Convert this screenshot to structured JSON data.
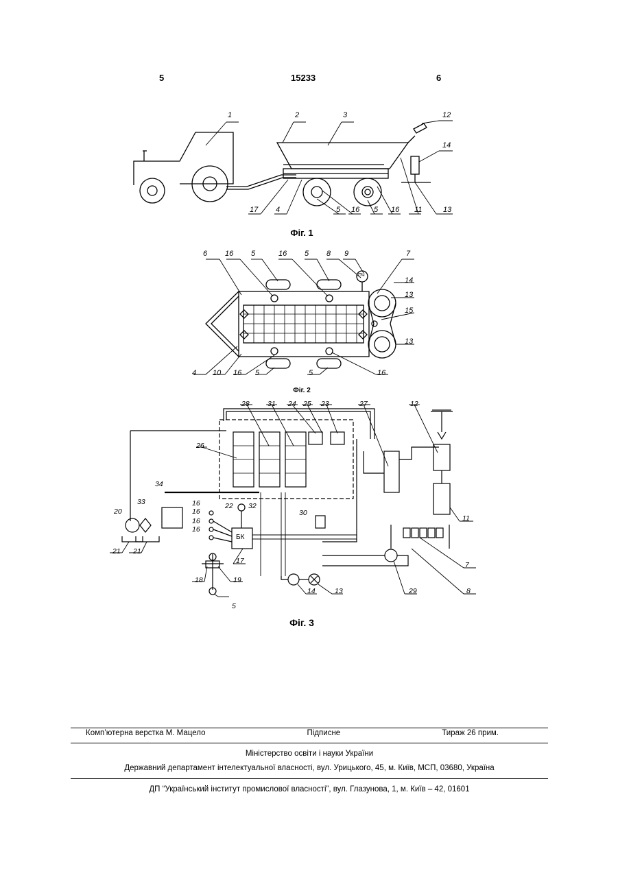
{
  "header": {
    "page_left": "5",
    "patent_number": "15233",
    "page_right": "6"
  },
  "figures": [
    {
      "caption": "Фіг. 1",
      "callouts": [
        "1",
        "2",
        "3",
        "12",
        "14",
        "17",
        "4",
        "5",
        "16",
        "5",
        "16",
        "11",
        "13"
      ]
    },
    {
      "caption": "Фіг. 2",
      "callouts": [
        "6",
        "16",
        "5",
        "16",
        "5",
        "8",
        "9",
        "7",
        "14",
        "13",
        "15",
        "13",
        "4",
        "10",
        "16",
        "5",
        "5",
        "16"
      ],
      "gauge_label": "ПЧ"
    },
    {
      "caption": "Фіг. 3",
      "callouts": [
        "28",
        "31",
        "24",
        "25",
        "23",
        "27",
        "12",
        "26",
        "11",
        "20",
        "33",
        "34",
        "22",
        "32",
        "16",
        "16",
        "16",
        "16",
        "30",
        "БК",
        "7",
        "21",
        "21",
        "17",
        "18",
        "19",
        "5",
        "14",
        "13",
        "29",
        "8"
      ]
    }
  ],
  "footer": {
    "composer": "Комп’ютерна верстка М. Мацело",
    "status": "Підписне",
    "circulation": "Тираж 26 прим.",
    "ministry": "Міністерство освіти і науки України",
    "department": "Державний департамент інтелектуальної власності, вул. Урицького, 45, м. Київ, МСП, 03680, Україна",
    "institute": "ДП “Український інститут промислової власності”, вул. Глазунова, 1, м. Київ – 42, 01601"
  }
}
